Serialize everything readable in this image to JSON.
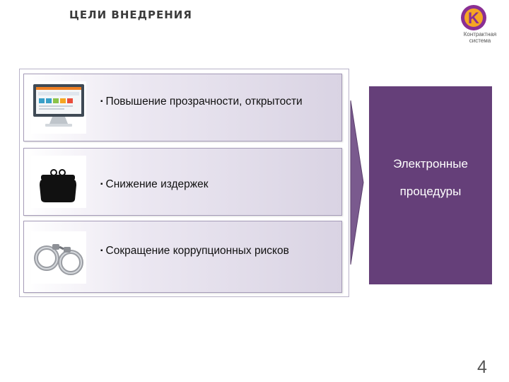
{
  "header": {
    "title": "ЦЕЛИ ВНЕДРЕНИЯ"
  },
  "logo": {
    "letter": "K",
    "caption_1": "Контрактная",
    "caption_2": "система",
    "ring_color": "#8a2f93",
    "inner_color": "#f5a623"
  },
  "goals": [
    {
      "bullet": "▪",
      "text": "Повышение прозрачности, открытости",
      "icon": "computer-monitor-icon"
    },
    {
      "bullet": "▪",
      "text": "Снижение издержек",
      "icon": "wallet-icon"
    },
    {
      "bullet": "▪",
      "text": "Сокращение коррупционных рисков",
      "icon": "handcuffs-icon"
    }
  ],
  "result": {
    "line_1": "Электронные",
    "line_2": "процедуры",
    "color": "#653f79"
  },
  "footer": {
    "page_number": "4"
  }
}
